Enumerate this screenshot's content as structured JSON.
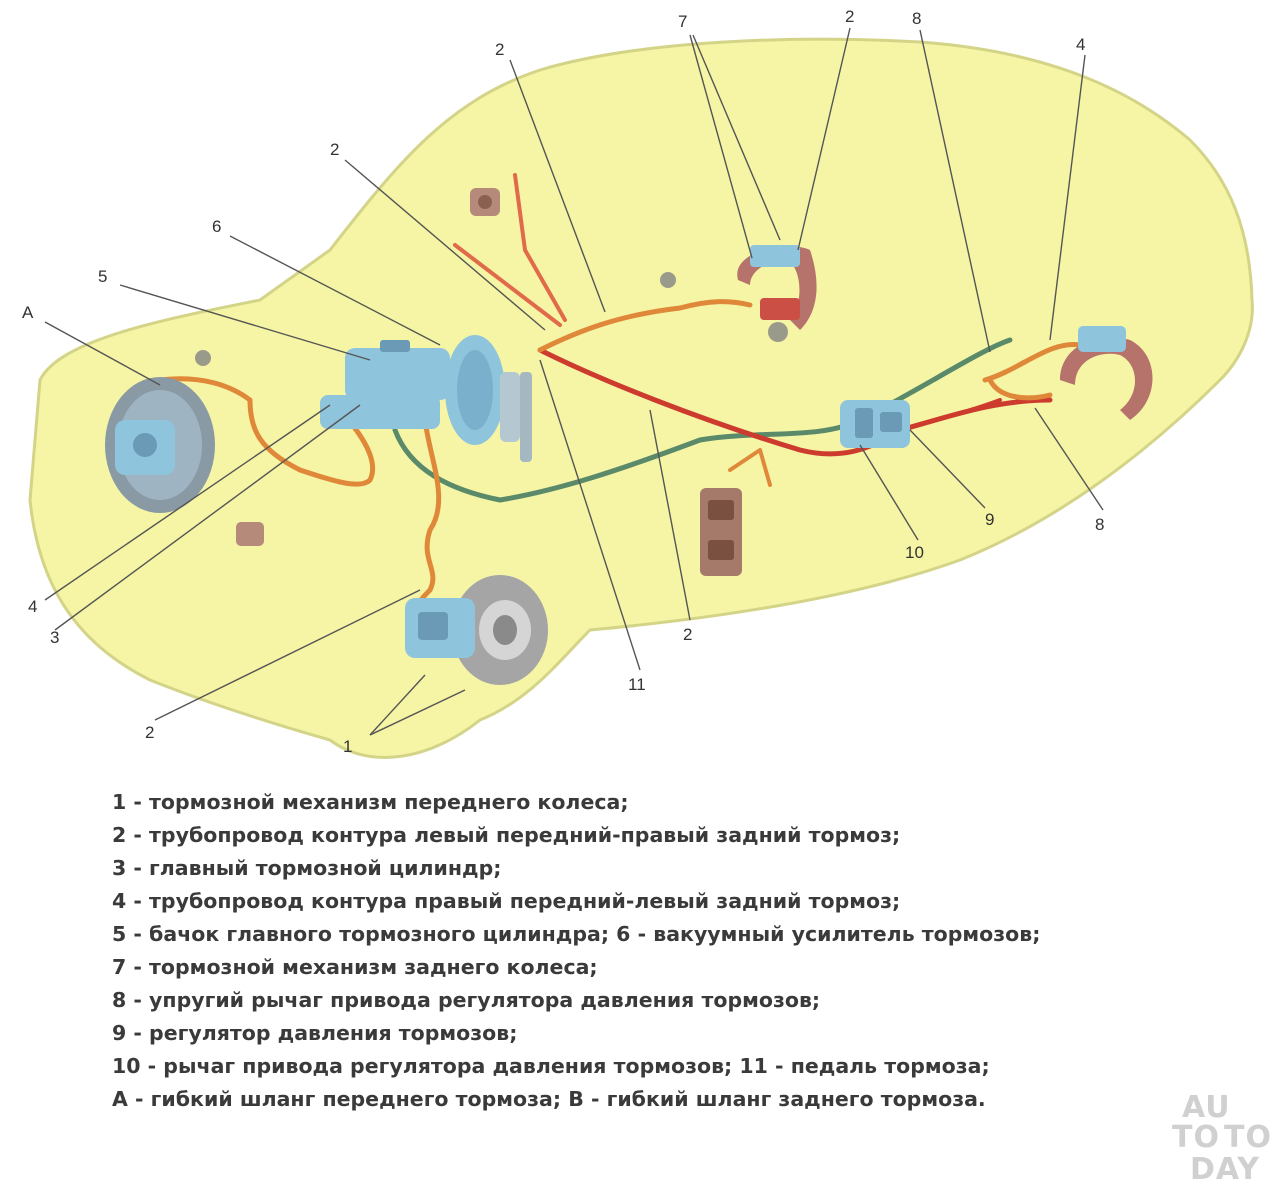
{
  "colors": {
    "car_body": "#f5f5a5",
    "car_outline": "#d4d488",
    "brake_line_orange": "#e0883a",
    "brake_line_red": "#cc3b2d",
    "brake_line_green": "#5a8a6a",
    "component_blue": "#8fc4dd",
    "drum": "#b5736b"
  },
  "callouts": {
    "c1": "1",
    "c2a": "2",
    "c2b": "2",
    "c2c": "2",
    "c2d": "2",
    "c2e": "2",
    "c3": "3",
    "c4a": "4",
    "c4b": "4",
    "c5": "5",
    "c6": "6",
    "c7": "7",
    "c8a": "8",
    "c8b": "8",
    "c9": "9",
    "c10": "10",
    "c11": "11",
    "cA": "А"
  },
  "legend": [
    "1 - тормозной механизм переднего колеса;",
    "2 - трубопровод контура левый передний-правый задний тормоз;",
    "3 - главный тормозной цилиндр;",
    "4 - трубопровод контура правый передний-левый задний тормоз;",
    "5 - бачок главного тормозного цилиндра; 6 - вакуумный усилитель тормозов;",
    "7 - тормозной механизм заднего колеса;",
    "8 - упругий рычаг привода регулятора давления тормозов;",
    "9 - регулятор давления тормозов;",
    "10 - рычаг привода регулятора давления тормозов; 11 - педаль тормоза;",
    "А - гибкий шланг переднего тормоза; В - гибкий шланг заднего тормоза."
  ],
  "watermark": {
    "line1": "AU",
    "line2a": "TO",
    "line2b": "TO",
    "line3": "DAY"
  }
}
